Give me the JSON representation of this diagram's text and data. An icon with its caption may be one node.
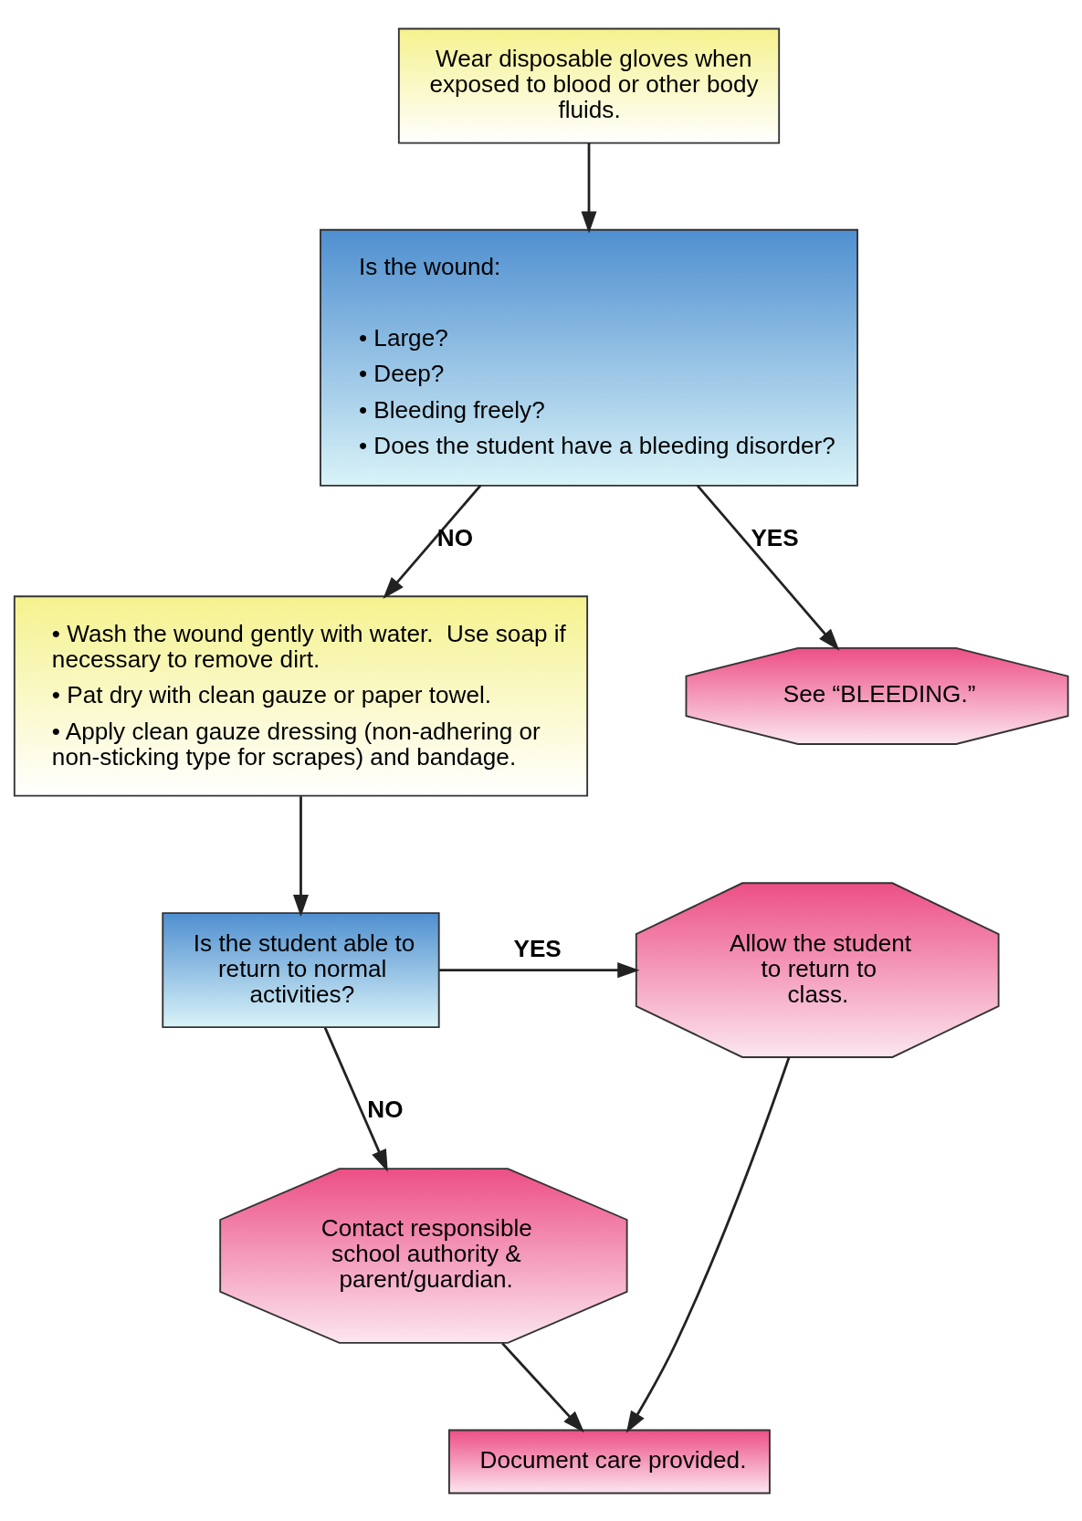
{
  "diagram": {
    "nodes": [
      {
        "text": [
          "Wear disposable gloves when exposed to blood or other body fluids."
        ]
      },
      {
        "text": [
          "Is the wound:",
          "• Large?",
          "• Deep?",
          "• Bleeding freely?",
          "• Does the student have a bleeding disorder?"
        ]
      },
      {
        "text": [
          "• Wash the wound gently with water.  Use soap if necessary to remove dirt.",
          "• Pat dry with clean gauze or paper towel.",
          "• Apply clean gauze dressing (non-adhering or non-sticking type for scrapes) and bandage."
        ]
      },
      {
        "text": [
          "See “BLEEDING.”"
        ]
      },
      {
        "text": [
          "Is the student able to return to normal activities?"
        ]
      },
      {
        "text": [
          "Allow the student to return to class."
        ]
      },
      {
        "text": [
          "Contact responsible school authority & parent/guardian."
        ]
      },
      {
        "text": [
          "Document care provided."
        ]
      }
    ],
    "edges": [
      {
        "from": 0,
        "to": 1,
        "arrow": "to"
      },
      {
        "from": 1,
        "to": 2,
        "arrow": "to",
        "label": "NO"
      },
      {
        "from": 1,
        "to": 3,
        "arrow": "to",
        "label": "YES"
      },
      {
        "from": 2,
        "to": 4,
        "arrow": "to"
      },
      {
        "from": 4,
        "to": 5,
        "arrow": "to",
        "label": "YES"
      },
      {
        "from": 4,
        "to": 6,
        "arrow": "to",
        "label": "NO"
      },
      {
        "from": 5,
        "to": 7,
        "arrow": "to"
      },
      {
        "from": 6,
        "to": 7,
        "arrow": "to"
      }
    ]
  }
}
